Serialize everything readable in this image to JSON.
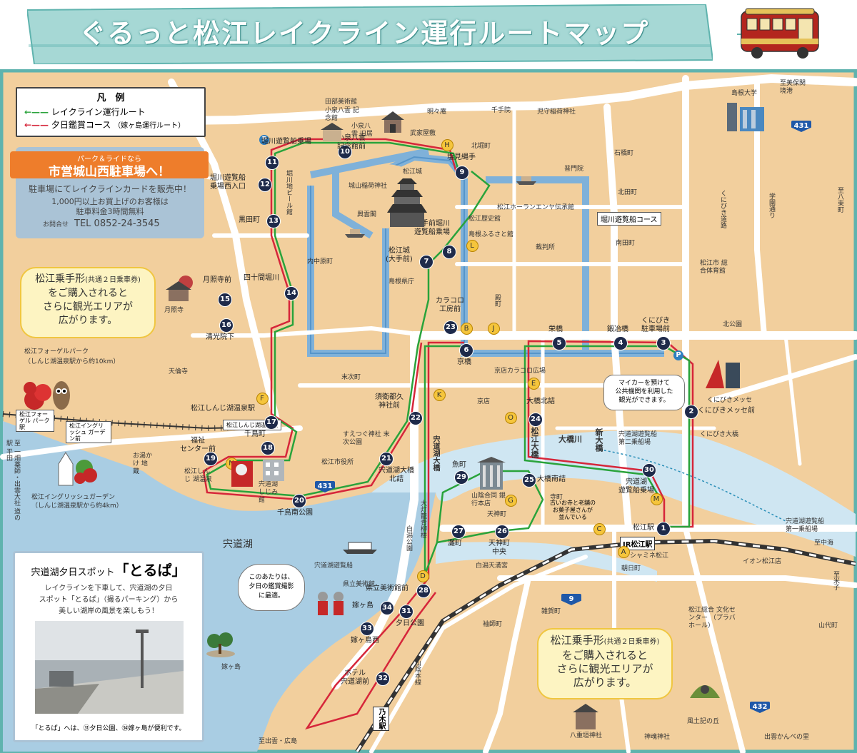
{
  "header": {
    "title": "ぐるっと松江レイクライン運行ルートマップ"
  },
  "colors": {
    "land": "#f2cf9d",
    "water": "#cfe6f2",
    "lake": "#a9cde3",
    "road": "#ffffff",
    "green_route": "#29a33b",
    "red_route": "#d6263a",
    "boat_route": "#7fb1d9",
    "stop_badge": "#1e2a4a",
    "spot_badge": "#f5c53c",
    "banner": "#a6d8d5",
    "frame": "#5fb3ae",
    "orange": "#ee7d2b"
  },
  "legend": {
    "title": "凡　例",
    "green": "レイクライン運行ルート",
    "red": "夕日鑑賞コース",
    "red_note": "（嫁ヶ島運行ルート）"
  },
  "parking_box": {
    "subtitle": "パーク＆ライドなら",
    "title": "市営城山西駐車場へ！",
    "line1": "駐車場にてレイクラインカードを販売中！",
    "line2": "1,000円以上お買上げのお客様は",
    "line3": "駐車料金3時間無料",
    "tel_label": "お問合せ",
    "tel": "TEL 0852-24-3545"
  },
  "callouts": {
    "pass_line1": "松江乗手形",
    "pass_note": "(共通２日乗車券)",
    "pass_line2": "をご購入されると",
    "pass_line3": "さらに観光エリアが",
    "pass_line4": "広がります。"
  },
  "toraba": {
    "title_pre": "宍道湖夕日スポット",
    "title_main": "「とるぱ」",
    "desc1": "レイクラインを下車して、宍道湖の夕日",
    "desc2": "スポット「とるぱ」（撮るパーキング）から",
    "desc3": "美しい湖岸の風景を楽しもう！",
    "caption": "「とるぱ」へは、㉛夕日公園、㉞嫁ヶ島が便利です。"
  },
  "car_bubble": {
    "l1": "マイカーを預けて",
    "l2": "公共機関を利用した",
    "l3": "観光ができます。"
  },
  "sunset_bubble": {
    "l1": "このあたりは、",
    "l2": "夕日の鑑賞撮影",
    "l3": "に最適。"
  },
  "temple_note": {
    "l1": "古いお寺と老舗の",
    "l2": "お菓子屋さんが",
    "l3": "並んでいる"
  },
  "signs": {
    "horikawa_course": "堀川遊覧船コース",
    "station": "JR松江駅",
    "nogi": "乃木駅",
    "parkline": "松江フォーゲル パーク駅",
    "english_garden_st": "松江イングリッシュ ガーデン前",
    "onsen_st": "松江しんじ湖温泉駅"
  },
  "bus_stops": [
    {
      "n": "1",
      "name": "松江駅"
    },
    {
      "n": "2",
      "name": "くにびきメッセ前"
    },
    {
      "n": "3",
      "name": "くにびき 駐車場前"
    },
    {
      "n": "4",
      "name": "鍛冶橋"
    },
    {
      "n": "5",
      "name": "栄橋"
    },
    {
      "n": "6",
      "name": "京橋"
    },
    {
      "n": "7",
      "name": "松江城 (大手前)"
    },
    {
      "n": "8",
      "name": "大手前堀川 遊覧船乗場"
    },
    {
      "n": "9",
      "name": "塩見縄手"
    },
    {
      "n": "10",
      "name": "小泉八雲 記念館前"
    },
    {
      "n": "11",
      "name": "堀川遊覧船乗場"
    },
    {
      "n": "12",
      "name": "堀川遊覧船 乗場西入口"
    },
    {
      "n": "13",
      "name": "黒田町"
    },
    {
      "n": "14",
      "name": "四十間堀川"
    },
    {
      "n": "15",
      "name": "月照寺前"
    },
    {
      "n": "16",
      "name": "清光院下"
    },
    {
      "n": "17",
      "name": "松江しんじ湖温泉駅"
    },
    {
      "n": "18",
      "name": "千鳥町"
    },
    {
      "n": "19",
      "name": "福祉 センター前"
    },
    {
      "n": "20",
      "name": "千鳥南公園"
    },
    {
      "n": "21",
      "name": "宍道湖大橋 北詰"
    },
    {
      "n": "22",
      "name": "須衛都久 神社前"
    },
    {
      "n": "23",
      "name": "カラコロ 工房前"
    },
    {
      "n": "24",
      "name": "大橋北詰"
    },
    {
      "n": "25",
      "name": "大橋南詰"
    },
    {
      "n": "26",
      "name": "天神町 中央"
    },
    {
      "n": "27",
      "name": "灘町"
    },
    {
      "n": "28",
      "name": "県立美術館前"
    },
    {
      "n": "29",
      "name": "魚町"
    },
    {
      "n": "30",
      "name": "宍道湖 遊覧船乗場"
    },
    {
      "n": "31",
      "name": "夕日公園"
    },
    {
      "n": "32",
      "name": "ホテル 宍道湖前"
    },
    {
      "n": "33",
      "name": "嫁ヶ島西"
    },
    {
      "n": "34",
      "name": "嫁ヶ島"
    }
  ],
  "spots": [
    "A",
    "B",
    "C",
    "D",
    "E",
    "F",
    "G",
    "H",
    "J",
    "K",
    "L",
    "M",
    "N",
    "O"
  ],
  "routes": [
    "431",
    "9",
    "432"
  ],
  "places": {
    "tanabe": "田部美術館",
    "yakumo_old": "小泉八雲 記念館",
    "yakumo_house": "小泉八雲 旧居",
    "meikyoan": "明々庵",
    "samurai": "武家屋敷",
    "senteki": "千手院",
    "kaseda": "児守稲荷神社",
    "shimane_univ": "島根大学",
    "shimizu": "至美保関 境港",
    "kitahori": "北堀町",
    "ishibashi": "石橋町",
    "kitada": "北田町",
    "zenzoin": "普門院",
    "castle": "松江城",
    "inari": "城山稲荷神社",
    "kokaku": "興雲閣",
    "rekishi": "松江歴史館",
    "horaan": "松江ホーランエンヤ伝承館",
    "furusato": "島根ふるさと館",
    "court": "裁判所",
    "prefecture": "島根県庁",
    "uchinakabara": "内中原町",
    "nanden": "南田町",
    "civic": "松江市 総合体育館",
    "kitakoen": "北公園",
    "tono": "殿町",
    "suetsugu": "末次町",
    "kyomachi": "京店",
    "kyomise_plaza": "京店カラコロ広場",
    "gesshoji": "月照寺",
    "tenrinji": "天倫寺",
    "fogel": "松江フォーゲルパーク",
    "fogel_note": "（しんじ湖温泉駅から約10km）",
    "english": "松江イングリッシュガーデン",
    "english_note": "（しんじ湖温泉駅から約4km）",
    "oyu": "お湯かけ 地蔵",
    "onsen": "松江しんじ 湖温泉",
    "shijimi": "宍道湖 しじみ館",
    "suetsugu_shrine": "すえつぐ神社 末次公園",
    "city_hall": "松江市役所",
    "ohashi_river": "大橋川",
    "shin_ohashi": "新大橋",
    "matsue_ohashi": "松江大橋",
    "sanin_godo": "山陰合同 銀行本店",
    "tenmangu": "天神町",
    "teramachi": "寺町",
    "shinjiko_bridge": "宍道湖大橋",
    "shirakata": "白潟公園",
    "shimizu_dori": "大灯籠青柳楼",
    "lake": "宍道湖",
    "lake_boat": "宍道湖遊覧船",
    "lake_boat2": "宍道湖遊覧船 第二乗船場",
    "lake_boat1": "宍道湖遊覧船 第一乗船場",
    "yomegashima": "嫁ヶ島",
    "shimane_museum": "県立美術館",
    "nogiru": "袖師町",
    "sodeshi": "袖師町",
    "zaimokucho": "雑賀町",
    "shirasa_ton": "白潟天満宮",
    "yotsugumi": "",
    "asahi": "朝日町",
    "kenmin": "松江総合 文化センター （プラバホール）",
    "aeon": "イオン松江店",
    "sanin_line": "山陰本線",
    "izumo": "至出雲・広島",
    "yatogaki": "八重垣神社",
    "fudoki": "風土記の丘",
    "kamosu": "神魂神社",
    "izumo_kanbe": "出雲かんべの里",
    "yamashiro": "山代町",
    "kunibiki_bridge": "くにびき大橋",
    "kunibiki_messe": "くにびきメッセ",
    "shimane_hall": "松江市 総合体育館",
    "kitayakumo": "至八束町",
    "yonago": "至米子",
    "anaka": "至中海",
    "gakuen": "学園通り",
    "kunibiki_road": "くにびき道路",
    "shiomi": "北堀町",
    "shinmichi": "至 一畑薬師・出雲大社 道の駅 平田",
    "horikawa_beer": "堀川地ビール館",
    "kunibiki_mae": "松江市総合体育館",
    "shamine": "シャミネ松江"
  }
}
